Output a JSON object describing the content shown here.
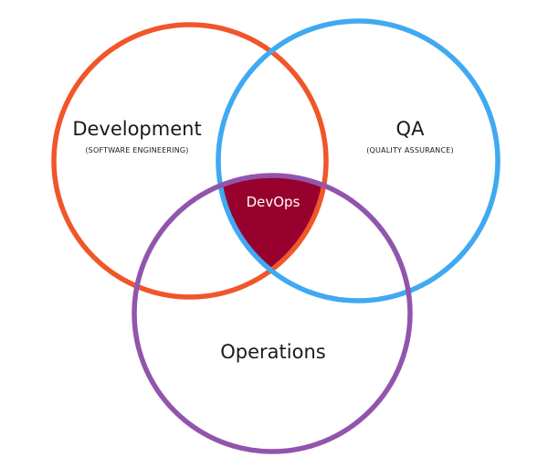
{
  "diagram": {
    "sets": [
      {
        "key": "development",
        "label": "Development",
        "sublabel": "(SOFTWARE ENGINEERING)",
        "color": "#f0562a"
      },
      {
        "key": "qa",
        "label": "QA",
        "sublabel": "(QUALITY ASSURANCE)",
        "color": "#3fa9f2"
      },
      {
        "key": "operations",
        "label": "Operations",
        "sublabel": "",
        "color": "#9155ad"
      }
    ],
    "intersection": {
      "label": "DevOps",
      "color": "#98002e"
    }
  }
}
